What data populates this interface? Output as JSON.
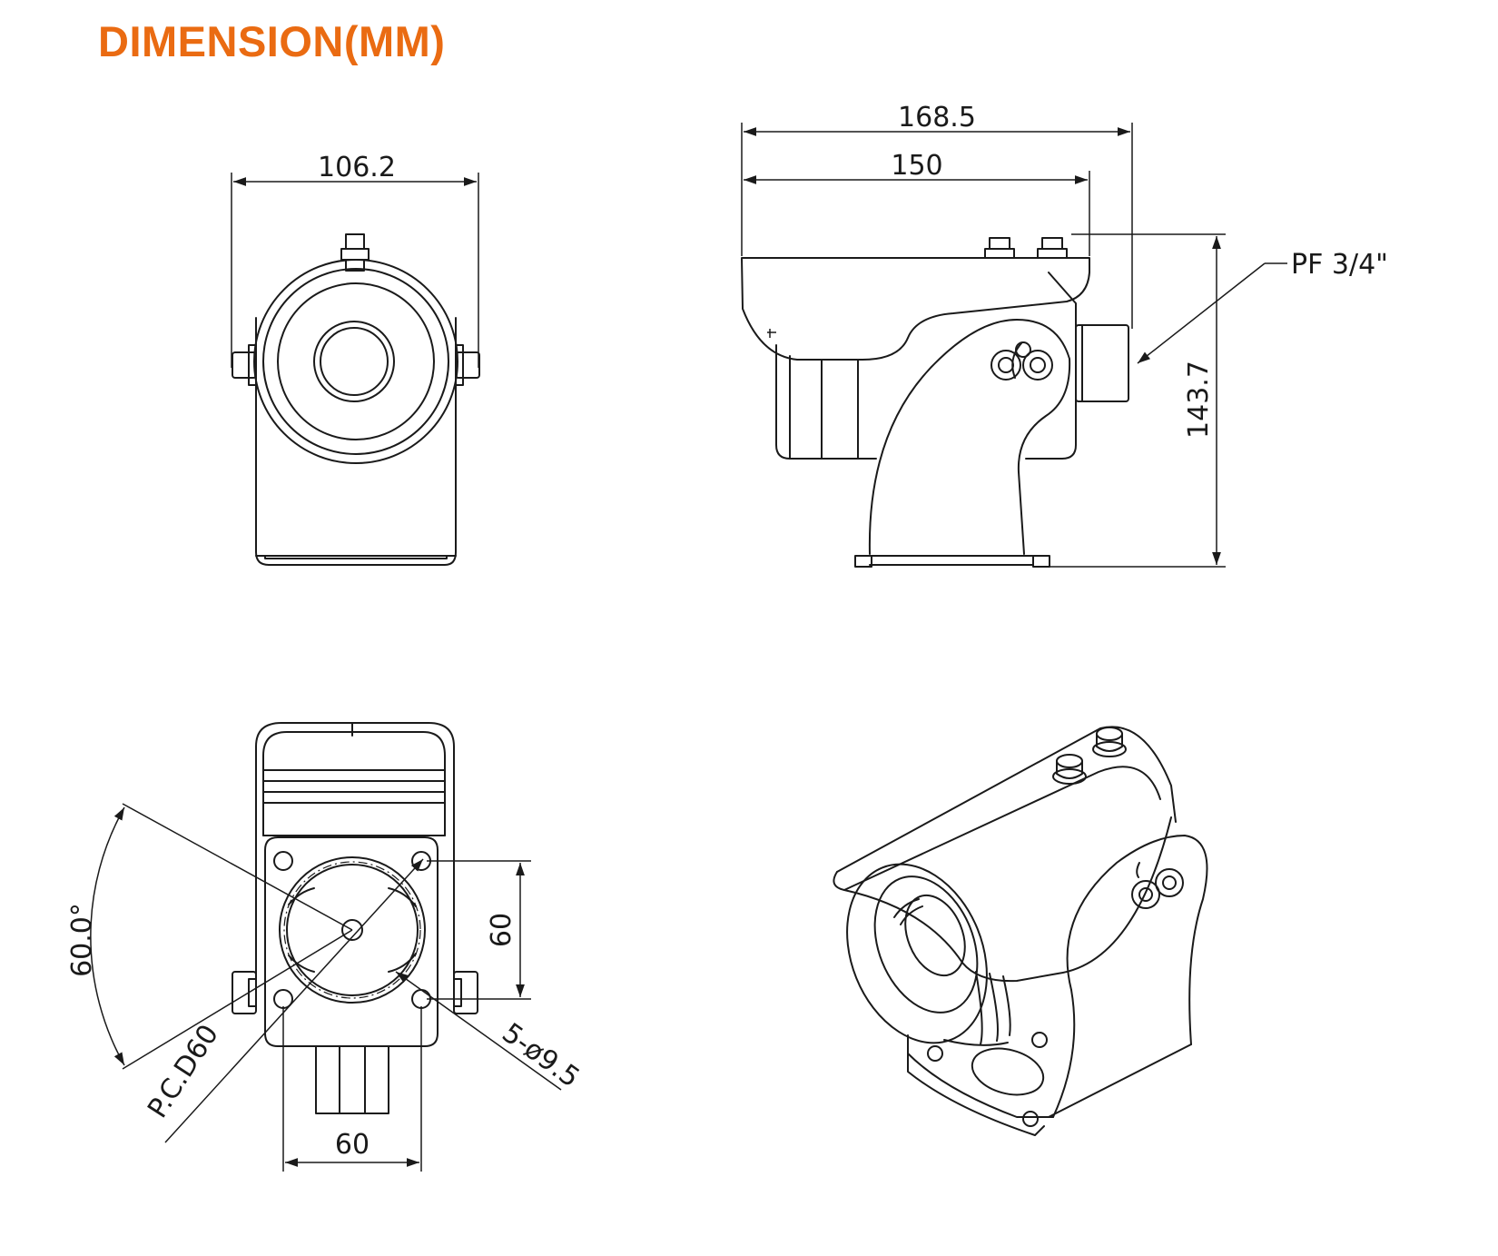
{
  "title": "DIMENSION(MM)",
  "colors": {
    "title": "#ea6b12",
    "line": "#1a1a1a",
    "background": "#ffffff"
  },
  "front_view": {
    "width_label": "106.2"
  },
  "side_view": {
    "overall_length_label": "168.5",
    "housing_length_label": "150",
    "height_label": "143.7",
    "conduit_label": "PF 3/4\""
  },
  "base_view": {
    "angle_label": "60.0°",
    "hole_spacing_vertical_label": "60",
    "hole_spacing_horizontal_label": "60",
    "pcd_label": "P.C.D60",
    "holes_label": "5-ø9.5"
  }
}
